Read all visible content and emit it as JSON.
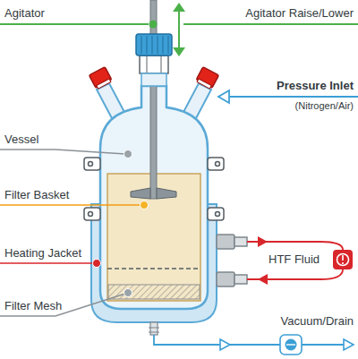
{
  "diagram": {
    "labels": [
      "Agitator",
      "Agitator Raise/Lower",
      "Pressure Inlet",
      "(Nitrogen/Air)",
      "Vessel",
      "Filter Basket",
      "Heating Jacket",
      "Filter Mesh",
      "HTF Fluid",
      "Vacuum/Drain"
    ]
  }
}
